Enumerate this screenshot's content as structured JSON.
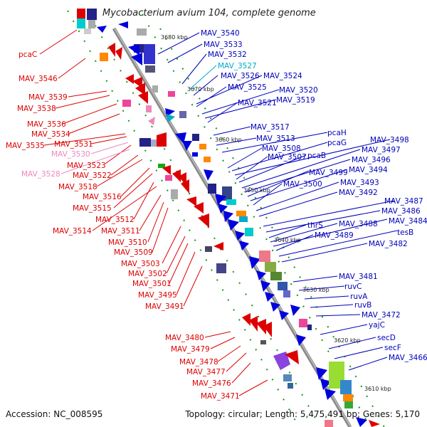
{
  "title": "Mycobacterium avium 104, complete genome",
  "accession": "Accession: NC_008595",
  "summary": "Topology: circular; Length: 5,475,491 bp; Genes: 5,170",
  "colors": {
    "left_label": "#dd0000",
    "right_label": "#0000bb",
    "cyan_label": "#00aacc",
    "pink_label": "#ee88bb",
    "backbone": "#888888",
    "tick": "#119911"
  },
  "kbp_labels": [
    "3680 kbp",
    "3670 kbp",
    "3660 kbp",
    "3650 kbp",
    "3640 kbp",
    "3630 kbp",
    "3620 kbp",
    "3610 kbp"
  ],
  "left_labels": [
    {
      "text": "pcaC",
      "tone": "red"
    },
    {
      "text": "MAV_3546",
      "tone": "red"
    },
    {
      "text": "MAV_3539",
      "tone": "red"
    },
    {
      "text": "MAV_3538",
      "tone": "red"
    },
    {
      "text": "MAV_3536",
      "tone": "red"
    },
    {
      "text": "MAV_3534",
      "tone": "red"
    },
    {
      "text": "MAV_3535",
      "tone": "red"
    },
    {
      "text": "MAV_3531",
      "tone": "red"
    },
    {
      "text": "MAV_3530",
      "tone": "pink"
    },
    {
      "text": "MAV_3528",
      "tone": "pink"
    },
    {
      "text": "MAV_3523",
      "tone": "red"
    },
    {
      "text": "MAV_3522",
      "tone": "red"
    },
    {
      "text": "MAV_3518",
      "tone": "red"
    },
    {
      "text": "MAV_3516",
      "tone": "red"
    },
    {
      "text": "MAV_3515",
      "tone": "red"
    },
    {
      "text": "MAV_3512",
      "tone": "red"
    },
    {
      "text": "MAV_3514",
      "tone": "red"
    },
    {
      "text": "MAV_3511",
      "tone": "red"
    },
    {
      "text": "MAV_3510",
      "tone": "red"
    },
    {
      "text": "MAV_3509",
      "tone": "red"
    },
    {
      "text": "MAV_3503",
      "tone": "red"
    },
    {
      "text": "MAV_3502",
      "tone": "red"
    },
    {
      "text": "MAV_3501",
      "tone": "red"
    },
    {
      "text": "MAV_3495",
      "tone": "red"
    },
    {
      "text": "MAV_3491",
      "tone": "red"
    },
    {
      "text": "MAV_3480",
      "tone": "red"
    },
    {
      "text": "MAV_3479",
      "tone": "red"
    },
    {
      "text": "MAV_3478",
      "tone": "red"
    },
    {
      "text": "MAV_3477",
      "tone": "red"
    },
    {
      "text": "MAV_3476",
      "tone": "red"
    },
    {
      "text": "MAV_3471",
      "tone": "red"
    }
  ],
  "right_labels": [
    {
      "text": "MAV_3540",
      "tone": "blue"
    },
    {
      "text": "MAV_3533",
      "tone": "blue"
    },
    {
      "text": "MAV_3532",
      "tone": "blue"
    },
    {
      "text": "MAV_3527",
      "tone": "cyan"
    },
    {
      "text": "MAV_3526",
      "tone": "blue"
    },
    {
      "text": "MAV_3524",
      "tone": "blue"
    },
    {
      "text": "MAV_3525",
      "tone": "blue"
    },
    {
      "text": "MAV_3520",
      "tone": "blue"
    },
    {
      "text": "MAV_3519",
      "tone": "blue"
    },
    {
      "text": "MAV_3521",
      "tone": "blue"
    },
    {
      "text": "MAV_3517",
      "tone": "blue"
    },
    {
      "text": "MAV_3513",
      "tone": "blue"
    },
    {
      "text": "pcaH",
      "tone": "blue"
    },
    {
      "text": "MAV_3508",
      "tone": "blue"
    },
    {
      "text": "pcaG",
      "tone": "blue"
    },
    {
      "text": "MAV_3498",
      "tone": "blue"
    },
    {
      "text": "MAV_3507",
      "tone": "blue"
    },
    {
      "text": "pcaB",
      "tone": "blue"
    },
    {
      "text": "MAV_3497",
      "tone": "blue"
    },
    {
      "text": "MAV_3496",
      "tone": "blue"
    },
    {
      "text": "MAV_3499",
      "tone": "blue"
    },
    {
      "text": "MAV_3494",
      "tone": "blue"
    },
    {
      "text": "MAV_3500",
      "tone": "blue"
    },
    {
      "text": "MAV_3493",
      "tone": "blue"
    },
    {
      "text": "MAV_3492",
      "tone": "blue"
    },
    {
      "text": "MAV_3487",
      "tone": "blue"
    },
    {
      "text": "MAV_3486",
      "tone": "blue"
    },
    {
      "text": "thrS",
      "tone": "blue"
    },
    {
      "text": "MAV_3488",
      "tone": "blue"
    },
    {
      "text": "MAV_3484",
      "tone": "blue"
    },
    {
      "text": "MAV_3489",
      "tone": "blue"
    },
    {
      "text": "tesB",
      "tone": "blue"
    },
    {
      "text": "MAV_3482",
      "tone": "blue"
    },
    {
      "text": "MAV_3481",
      "tone": "blue"
    },
    {
      "text": "ruvC",
      "tone": "blue"
    },
    {
      "text": "ruvA",
      "tone": "blue"
    },
    {
      "text": "ruvB",
      "tone": "blue"
    },
    {
      "text": "MAV_3472",
      "tone": "blue"
    },
    {
      "text": "yajC",
      "tone": "blue"
    },
    {
      "text": "secD",
      "tone": "blue"
    },
    {
      "text": "secF",
      "tone": "blue"
    },
    {
      "text": "MAV_3466",
      "tone": "blue"
    }
  ]
}
